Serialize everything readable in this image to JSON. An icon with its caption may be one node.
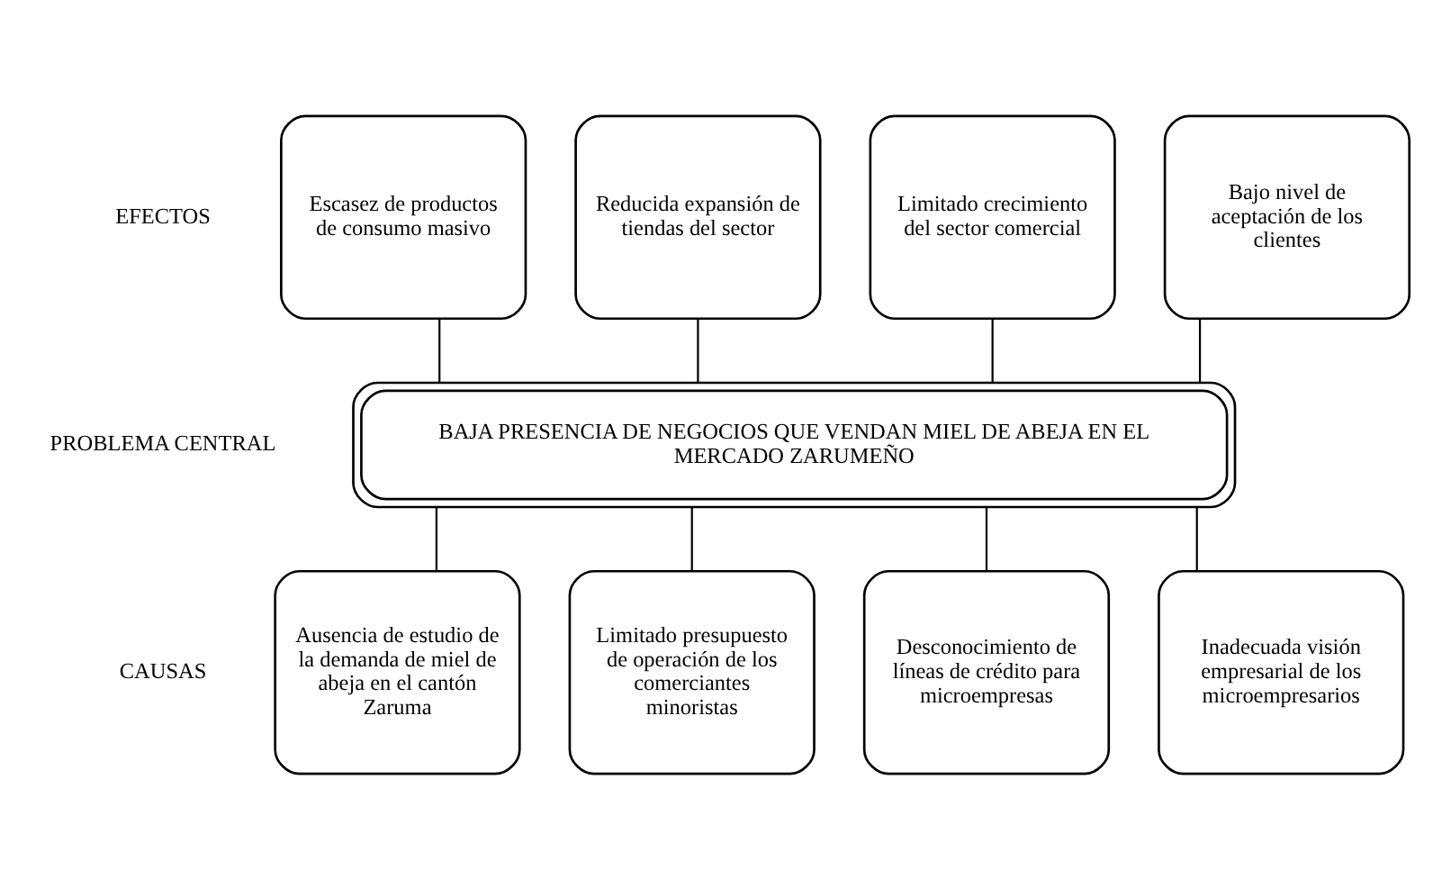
{
  "diagram": {
    "nodes": [
      {
        "text": [
          "Escasez de productos de consumo masivo"
        ]
      },
      {
        "text": [
          "Reducida expansión de tiendas del sector"
        ]
      },
      {
        "text": [
          "Limitado crecimiento del sector comercial"
        ]
      },
      {
        "text": [
          "Bajo nivel de aceptación de los clientes"
        ]
      },
      {
        "text": [
          "BAJA PRESENCIA DE NEGOCIOS QUE VENDAN MIEL DE ABEJA EN EL MERCADO ZARUMEÑO"
        ]
      },
      {
        "text": [
          "Ausencia de estudio de la demanda de miel de abeja en el cantón Zaruma"
        ]
      },
      {
        "text": [
          "Limitado presupuesto de operación de los comerciantes minoristas"
        ]
      },
      {
        "text": [
          "Desconocimiento de líneas de crédito para microempresas"
        ]
      },
      {
        "text": [
          "Inadecuada visión empresarial de los microempresarios"
        ]
      }
    ],
    "edges": [
      {
        "from": 0,
        "to": 4,
        "arrow": "none"
      },
      {
        "from": 1,
        "to": 4,
        "arrow": "none"
      },
      {
        "from": 2,
        "to": 4,
        "arrow": "none"
      },
      {
        "from": 3,
        "to": 4,
        "arrow": "none"
      },
      {
        "from": 4,
        "to": 5,
        "arrow": "none"
      },
      {
        "from": 4,
        "to": 6,
        "arrow": "none"
      },
      {
        "from": 4,
        "to": 7,
        "arrow": "none"
      },
      {
        "from": 4,
        "to": 8,
        "arrow": "none"
      }
    ],
    "labels": [
      "EFECTOS",
      "PROBLEMA CENTRAL",
      "CAUSAS"
    ]
  }
}
